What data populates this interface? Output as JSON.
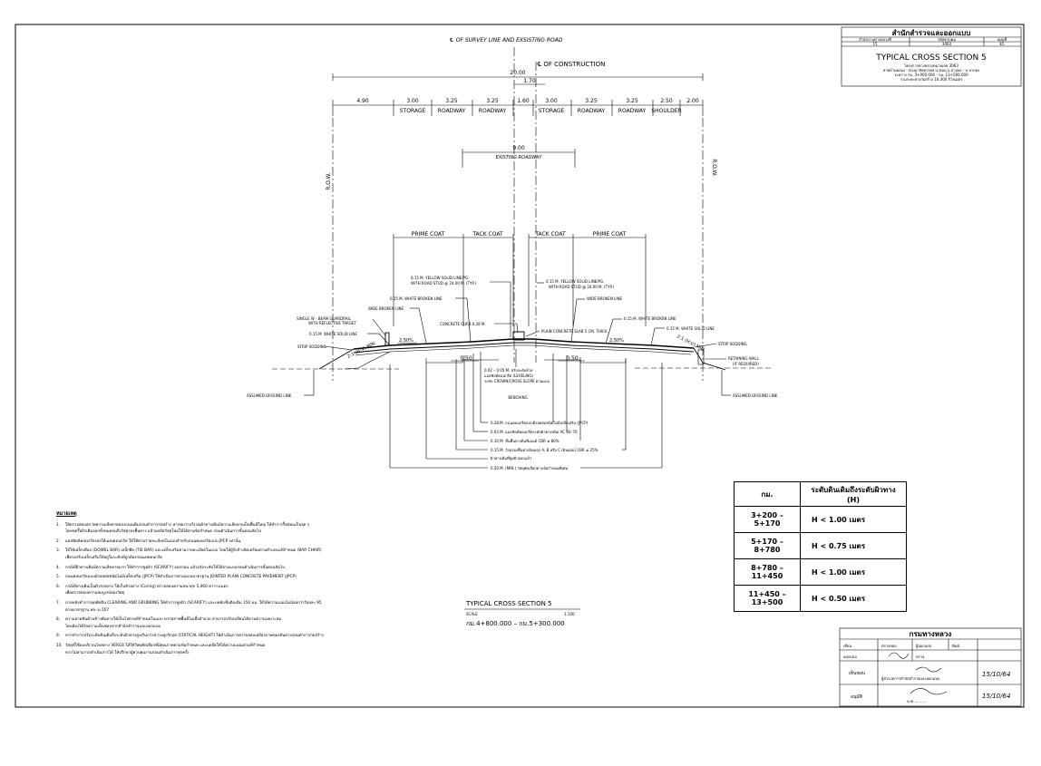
{
  "labels": {
    "survey_line": "℄ OF SURVEY LINE AND EXSISTING ROAD",
    "construction_cl": "℄ OF CONSTRUCTION",
    "total_width": "20.00",
    "median_width": "1.70",
    "dims": [
      "4.90",
      "3.00",
      "3.25",
      "3.25",
      "1.60",
      "3.00",
      "3.25",
      "3.25",
      "2.50",
      "2.00"
    ],
    "lane_names": [
      "STORAGE",
      "ROADWAY",
      "ROADWAY",
      "STORAGE",
      "ROADWAY",
      "ROADWAY",
      "SHOULDER"
    ],
    "existing_width": "9.00",
    "existing_roadway": "EXISTING ROADWAY",
    "row_left": "R.O.W.",
    "row_right": "R.O.W.",
    "prime_coat": "PRIME COAT",
    "tack_coat": "TACK COAT",
    "yellow_line_left": [
      "0.15 M. YELLOW SOLID LINE/PG.",
      "WITH ROAD STUD @ 24.00 M. (TYP.)"
    ],
    "yellow_line_right": [
      "0.15 M. YELLOW SOLID LINE/PG.",
      "WITH ROAD STUD @ 24.00 M. (TYP.)"
    ],
    "white_broken_left": "0.15 M. WHITE BROKEN LINE",
    "wide_broken_left": "WIDE BROKEN LINE",
    "wide_broken_right": "WIDE BROKEN LINE",
    "guardrail": [
      "SINGLE W - BEAM GUARDRAIL",
      "WITH REFLECTIVE TARGET"
    ],
    "white_solid_left": "0.15 M. WHITE SOLID LINE",
    "strip_sodding_left": "STRIP SODDING",
    "concrete_curb": "CONCRETE CURB 0.28 M.",
    "slab": "PLAIN CONCRETE SLAB 5 CM. THICK",
    "white_broken_right": "0.15 M. WHITE BROKEN LINE",
    "white_solid_right": "0.15 M. WHITE SOLID LINE",
    "strip_sodding_right": "STRIP SODDING",
    "retaining_wall": [
      "RETAINING WALL",
      "(IF REQUIRED)"
    ],
    "slope_left": "2:1 (H:V) MIN.",
    "slope_right": "2:1 (H:V) MIN.",
    "cross_left": "2.50%",
    "cross_right": "2.50%",
    "shoulder_left": "0.50",
    "shoulder_right": "0.50",
    "leveling": [
      "0.02 – 0.05 M. ปรับระดับด้วย",
      "แอสฟัลต์คอนกรีต (LEVELING)",
      "ระดับ CROWN/CROSS SLOPE ตามแบบ"
    ],
    "benching": "BENCHING",
    "assumed_left": "ASSUMED GROUND LINE",
    "assumed_right": "ASSUMED GROUND LINE",
    "layers": [
      "0.28 M. ถนนคอนกรีตแบบมีรอยต่อชนิดไม่มีเหล็กเสริม (JPCP)",
      "0.03 M. แอสฟัลต์คอนกรีตระดับผิวทางชนิด AC 60–70",
      "0.10 M. ชั้นพื้นทางดินซีเมนต์ CBR ≥ 80%",
      "0.15 M. วัสดุรองพื้นทางหินคลุก A, B หรือ C (ดินผสม) CBR ≥ 25%",
      "ผิวทางเดิมที่ขูดผิวออกแล้ว",
      "0.50 M. (MIN.) วัสดุคัดเลือกตามข้อกำหนดพิเศษ"
    ]
  },
  "title_block": {
    "org": "สำนักสำรวจและออกแบบ",
    "headers": [
      "สำนักงานทางหลวงที่",
      "รหัสควบคุม",
      "แผ่นที่"
    ],
    "values": [
      "15",
      "3063",
      "E5"
    ],
    "title": "TYPICAL CROSS SECTION 5",
    "lines": [
      "โครงการทางหลวงหมายเลข 3063",
      "สายบ้านคลอง - พวงมาลัยทางหลวง ตอน บ.ปางคอ - บ.ปากทง",
      "ระหว่าง กม. 3+000.000 - กม. 13+500.000",
      "รวมระยะทางก่อสร้าง 10.300 กิโลเมตร"
    ]
  },
  "center_title": {
    "title": "TYPICAL CROSS SECTION 5",
    "scale_label": "SCALE",
    "scale_value": "1:100",
    "range": "กม.4+800.000 – กม.5+300.000"
  },
  "level_table": {
    "headers": [
      "กม.",
      "ระดับดินเดิมถึงระดับผิวทาง (H)"
    ],
    "rows": [
      [
        "3+200 – 5+170",
        "H < 1.00 เมตร"
      ],
      [
        "5+170 – 8+780",
        "H < 0.75 เมตร"
      ],
      [
        "8+780 – 11+450",
        "H < 1.00 เมตร"
      ],
      [
        "11+450 – 13+500",
        "H < 0.50 เมตร"
      ]
    ]
  },
  "notes": {
    "header": "หมายเหตุ",
    "items": [
      {
        "n": "1.",
        "text": "ให้ตรวจสอบสภาพความเสียหายของถนนเดิมก่อนทำการก่อสร้าง หากพบว่าบริเวณผิวทางเดิมมีความเสียหายเป็นพื้นที่ใหญ่ ให้ทำการรื้อซ่อมเป็นจุด ๆ",
        "sub": "โดยขุดรื้อผิวเดิมออกทั้งหมดจนถึงวัสดุรองพื้นทาง แล้วบดอัดวัสดุใหม่ให้ได้ตามข้อกำหนด ก่อนดำเนินการขั้นตอนถัดไป"
      },
      {
        "n": "2.",
        "text": "แอสฟัลต์คอนกรีตรองใต้แผ่นคอนกรีต ให้ใช้ตามรายละเอียดในแบบสำหรับถนนคอนกรีตแบบ JPCP เท่านั้น"
      },
      {
        "n": "3.",
        "text": "ให้ใช้เหล็กเดือย (DOWEL BAR) เหล็กยึด (TIE BAR) และเหล็กเสริมตามรายละเอียดในแบบ โดยให้ผู้รับจ้างจัดเตรียมตามตำแหน่งที่กำหนด (BAR CHAIR)",
        "sub": "เพื่อรองรับเหล็กเสริมให้อยู่ในระดับที่ถูกต้องก่อนเทคอนกรีต"
      },
      {
        "n": "4.",
        "text": "กรณีที่ผิวทางเดิมมีความเสียหายมาก ให้ทำการขูดผิว (SCARIFY) ออกก่อน แล้วปรับระดับให้ได้ตามแบบก่อนดำเนินการขั้นตอนถัดไป"
      },
      {
        "n": "5.",
        "text": "ถนนคอนกรีตแบบมีรอยต่อชนิดไม่มีเหล็กเสริม (JPCP) ให้ดำเนินการตามแบบมาตรฐาน JOINTED PLAIN CONCRETE PAVEMENT (JPCP)"
      },
      {
        "n": "6.",
        "text": "กรณีที่ทางเดิมเป็นผิวลาดยาง ให้เก็บตัวอย่าง (Coring) ตรวจสอบความหนาทุก 5,000 ตารางเมตร",
        "sub": "เพื่อตรวจสอบความสมบูรณ์ของวัสดุ"
      },
      {
        "n": "7.",
        "text": "ภายหลังทำการขุดตัดดิน CLEARING AND GRUBBING ให้ทำการขูดผิว (SCARIFY) และบดทับชั้นดินเดิม 150 มม. ให้ได้ความแน่นไม่น้อยกว่าร้อยละ 95",
        "sub": "ตามมาตรฐาน ทล.-ม.107"
      },
      {
        "n": "8.",
        "text": "ความลาดชันด้านข้างคันทางให้เป็นไปตามที่กำหนดในแบบ หากสภาพพื้นที่ไม่เอื้ออำนวย สามารถปรับเปลี่ยนได้ตามความเหมาะสม",
        "sub": "โดยต้องได้รับความเห็นชอบจากสำนักสำรวจและออกแบบ"
      },
      {
        "n": "9.",
        "text": "หากทำการปรับระดับดินเดิมถึงระดับผิวทางสูงเกินกว่าความสูงวิกฤต (CRITICAL HEIGHT) ให้ดำเนินการตรวจสอบเสถียรภาพของคันทางก่อนทำการก่อสร้าง"
      },
      {
        "n": "10.",
        "text": "วัสดุที่ใช้ถมบริเวณไหล่ทาง VERGE ให้ใช้วัสดุคัดเลือกที่มีคุณภาพตามข้อกำหนด และบดอัดให้ได้ความแน่นตามที่กำหนด",
        "sub": "หากไม่สามารถดำเนินการได้ ให้ปรึกษาผู้ควบคุมงานก่อนดำเนินการทุกครั้ง"
      }
    ]
  },
  "approval_block": {
    "dept": "กรมทางหลวง",
    "row1": [
      "เขียน",
      "ตรวจสอบ",
      "ผู้ออกแบบ",
      "พิมพ์"
    ],
    "row2": [
      "ออกแบบ",
      "ตรวจ"
    ],
    "row3_label": "เห็นชอบ",
    "row3_role": "ผู้อำนวยการสำนักสำรวจและออกแบบ",
    "row3_date": "15/10/64",
    "row4_label": "อนุมัติ",
    "row4_name": "นาย ..........",
    "row4_date": "15/10/64"
  }
}
